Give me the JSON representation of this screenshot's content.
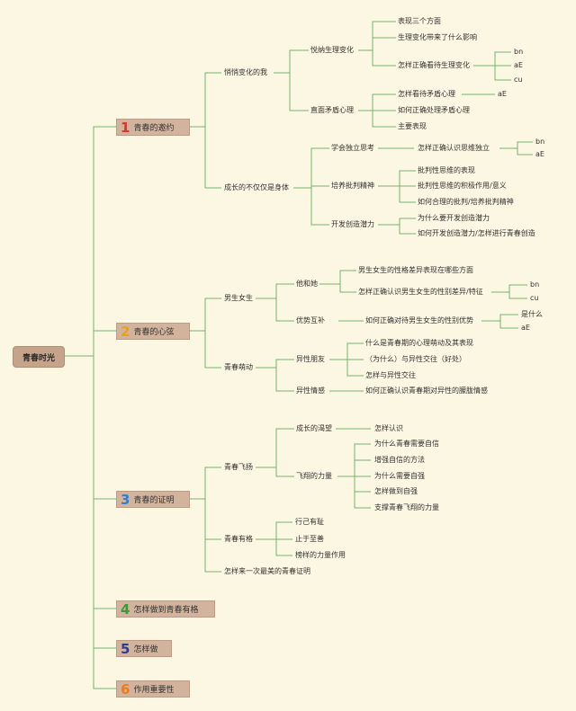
{
  "root": "青春时光",
  "chapters": [
    {
      "num": "1",
      "color": "#d23a2b",
      "label": "青春的邀约"
    },
    {
      "num": "2",
      "color": "#e7a21a",
      "label": "青春的心弦"
    },
    {
      "num": "3",
      "color": "#2f7fd0",
      "label": "青春的证明"
    },
    {
      "num": "4",
      "color": "#3a9a3a",
      "label": "怎样做到青春有格"
    },
    {
      "num": "5",
      "color": "#2b3c8c",
      "label": "怎样做"
    },
    {
      "num": "6",
      "color": "#f07a1a",
      "label": "作用重要性"
    }
  ],
  "c1": {
    "s1": "悄悄变化的我",
    "s1a": "悦纳生理变化",
    "s1a1": "表现三个方面",
    "s1a2": "生理变化带来了什么影响",
    "s1a3": "怎样正确看待生理变化",
    "s1a3_l": [
      "bn",
      "aE",
      "cu"
    ],
    "s1b": "直面矛盾心理",
    "s1b1": "怎样看待矛盾心理",
    "s1b1_l": "aE",
    "s1b2": "如何正确处理矛盾心理",
    "s1b3": "主要表现",
    "s2": "成长的不仅仅是身体",
    "s2a": "学会独立思考",
    "s2a1": "怎样正确认识思维独立",
    "s2a1_l": [
      "bn",
      "aE"
    ],
    "s2b": "培养批判精神",
    "s2b1": "批判性思维的表现",
    "s2b2": "批判性思维的积极作用/意义",
    "s2b3": "如何合理的批判/培养批判精神",
    "s2c": "开发创造潜力",
    "s2c1": "为什么要开发创造潜力",
    "s2c2": "如何开发创造潜力/怎样进行青春创造"
  },
  "c2": {
    "s1": "男生女生",
    "s1a": "他和她",
    "s1a1": "男生女生的性格差异表现在哪些方面",
    "s1a2": "怎样正确认识男生女生的性别差异/特征",
    "s1a2_l": [
      "bn",
      "cu"
    ],
    "s1b": "优势互补",
    "s1b1": "如何正确对待男生女生的性别优势",
    "s1b1_l": [
      "是什么",
      "aE"
    ],
    "s2": "青春萌动",
    "s2a": "异性朋友",
    "s2a1": "什么是青春期的心理萌动及其表现",
    "s2a2": "（为什么）与异性交往（好处）",
    "s2a3": "怎样与异性交往",
    "s2b": "异性情感",
    "s2b1": "如何正确认识青春期对异性的朦胧情感"
  },
  "c3": {
    "s1": "青春飞扬",
    "s1a": "成长的渴望",
    "s1a1": "怎样认识",
    "s1b": "飞翔的力量",
    "s1b_items": [
      "为什么青春需要自信",
      "增强自信的方法",
      "为什么需要自强",
      "怎样做到自强",
      "支撑青春飞翔的力量"
    ],
    "s2": "青春有格",
    "s2_items": [
      "行己有耻",
      "止于至善",
      "榜样的力量作用"
    ],
    "s3": "怎样来一次最美的青春证明"
  }
}
